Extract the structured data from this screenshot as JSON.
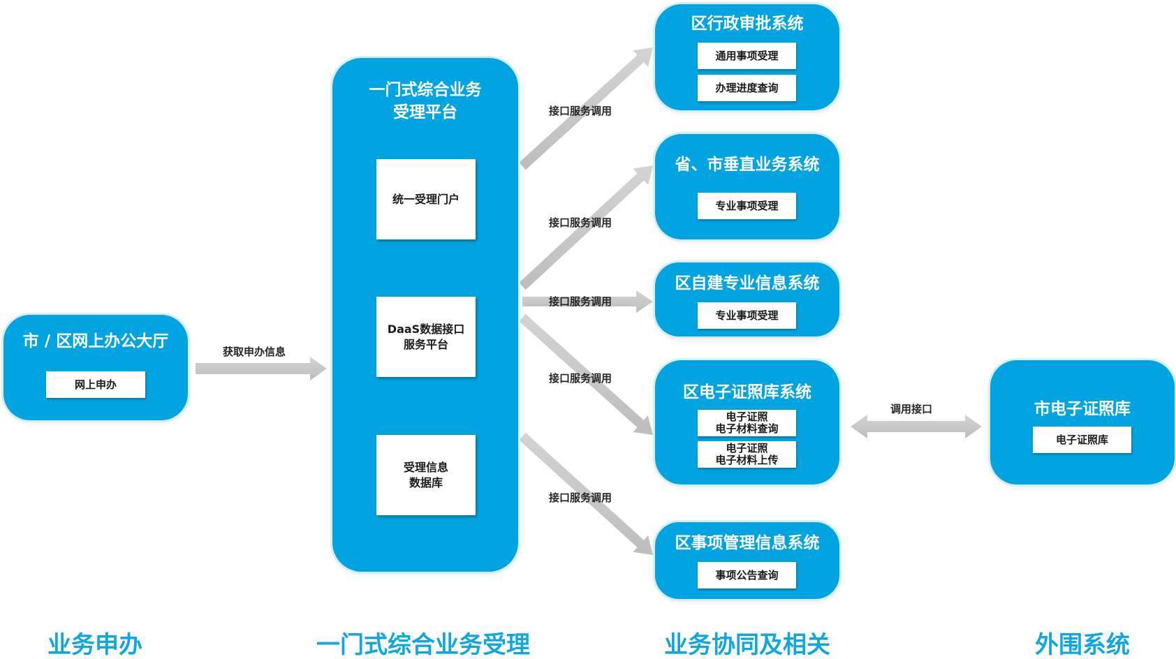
{
  "online_hall": {
    "title": "市 / 区网上办公大厅",
    "item": "网上申办"
  },
  "platform": {
    "title_line1": "一门式综合业务",
    "title_line2": "受理平台",
    "portal": "统一受理门户",
    "daas_line1": "DaaS数据接口",
    "daas_line2": "服务平台",
    "db_line1": "受理信息",
    "db_line2": "数据库"
  },
  "approval": {
    "title": "区行政审批系统",
    "item1": "通用事项受理",
    "item2": "办理进度查询"
  },
  "vertical": {
    "title": "省、市垂直业务系统",
    "item1": "专业事项受理"
  },
  "selfbuilt": {
    "title": "区自建专业信息系统",
    "item1": "专业事项受理"
  },
  "cert": {
    "title": "区电子证照库系统",
    "item1_line1": "电子证照",
    "item1_line2": "电子材料查询",
    "item2_line1": "电子证照",
    "item2_line2": "电子材料上传"
  },
  "matters": {
    "title": "区事项管理信息系统",
    "item1": "事项公告查询"
  },
  "city_cert": {
    "title": "市电子证照库",
    "item1": "电子证照库"
  },
  "arrow_labels": {
    "get_info": "获取申办信息",
    "api1": "接口服务调用",
    "api2": "接口服务调用",
    "api3": "接口服务调用",
    "api4": "接口服务调用",
    "api5": "接口服务调用",
    "call_api": "调用接口"
  },
  "sections": {
    "apply": "业务申办",
    "accept": "一门式综合业务受理",
    "collab": "业务协同及相关",
    "external": "外围系统"
  },
  "colors": {
    "box": "#01a3e0",
    "arrow": "#c8c8c8",
    "section_text": "#12a6df"
  }
}
